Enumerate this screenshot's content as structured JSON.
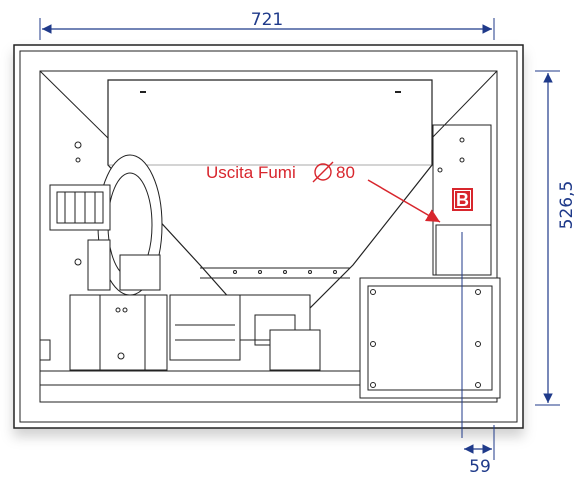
{
  "dimensions": {
    "width_label": "721",
    "height_label": "526,5",
    "offset_label": "59"
  },
  "callout": {
    "label": "Uscita Fumi",
    "diameter_symbol": "∅",
    "diameter_value": "80",
    "badge": "B"
  },
  "colors": {
    "dimension_blue": "#1f3a8a",
    "callout_red": "#d8262d",
    "line_dark": "#222222",
    "frame_fill": "#ffffff"
  },
  "icons": [
    "arrow-icon",
    "diameter-icon"
  ]
}
